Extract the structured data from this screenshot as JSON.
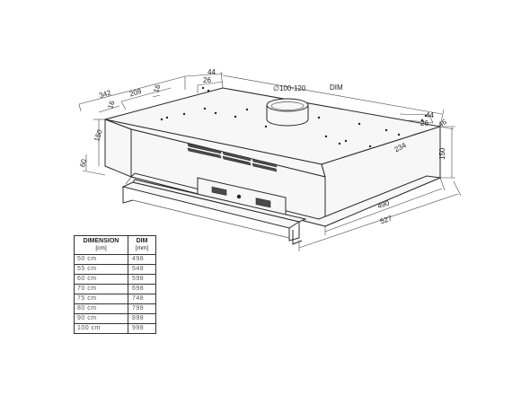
{
  "labels": {
    "dim": "DIM",
    "duct": "∅100-120",
    "d44_top": "44",
    "d26_top": "26",
    "d342": "342",
    "d209": "209",
    "d16_a": "16",
    "d16_b": "16",
    "d150_left": "150",
    "d60": "60",
    "d44_right": "44",
    "d26_right": "26",
    "d46": "46",
    "d234": "234",
    "d150_right": "150",
    "d490": "490",
    "d527": "527"
  },
  "table": {
    "header_dimension": "DIMENSION",
    "header_dimension_unit": "[cm]",
    "header_dim": "DIM",
    "header_dim_unit": "[mm]",
    "rows": [
      {
        "dimension": "50 cm",
        "dim": "498"
      },
      {
        "dimension": "55 cm",
        "dim": "548"
      },
      {
        "dimension": "60 cm",
        "dim": "598"
      },
      {
        "dimension": "70 cm",
        "dim": "698"
      },
      {
        "dimension": "75 cm",
        "dim": "748"
      },
      {
        "dimension": "80 cm",
        "dim": "798"
      },
      {
        "dimension": "90 cm",
        "dim": "898"
      },
      {
        "dimension": "100 cm",
        "dim": "998"
      }
    ]
  }
}
